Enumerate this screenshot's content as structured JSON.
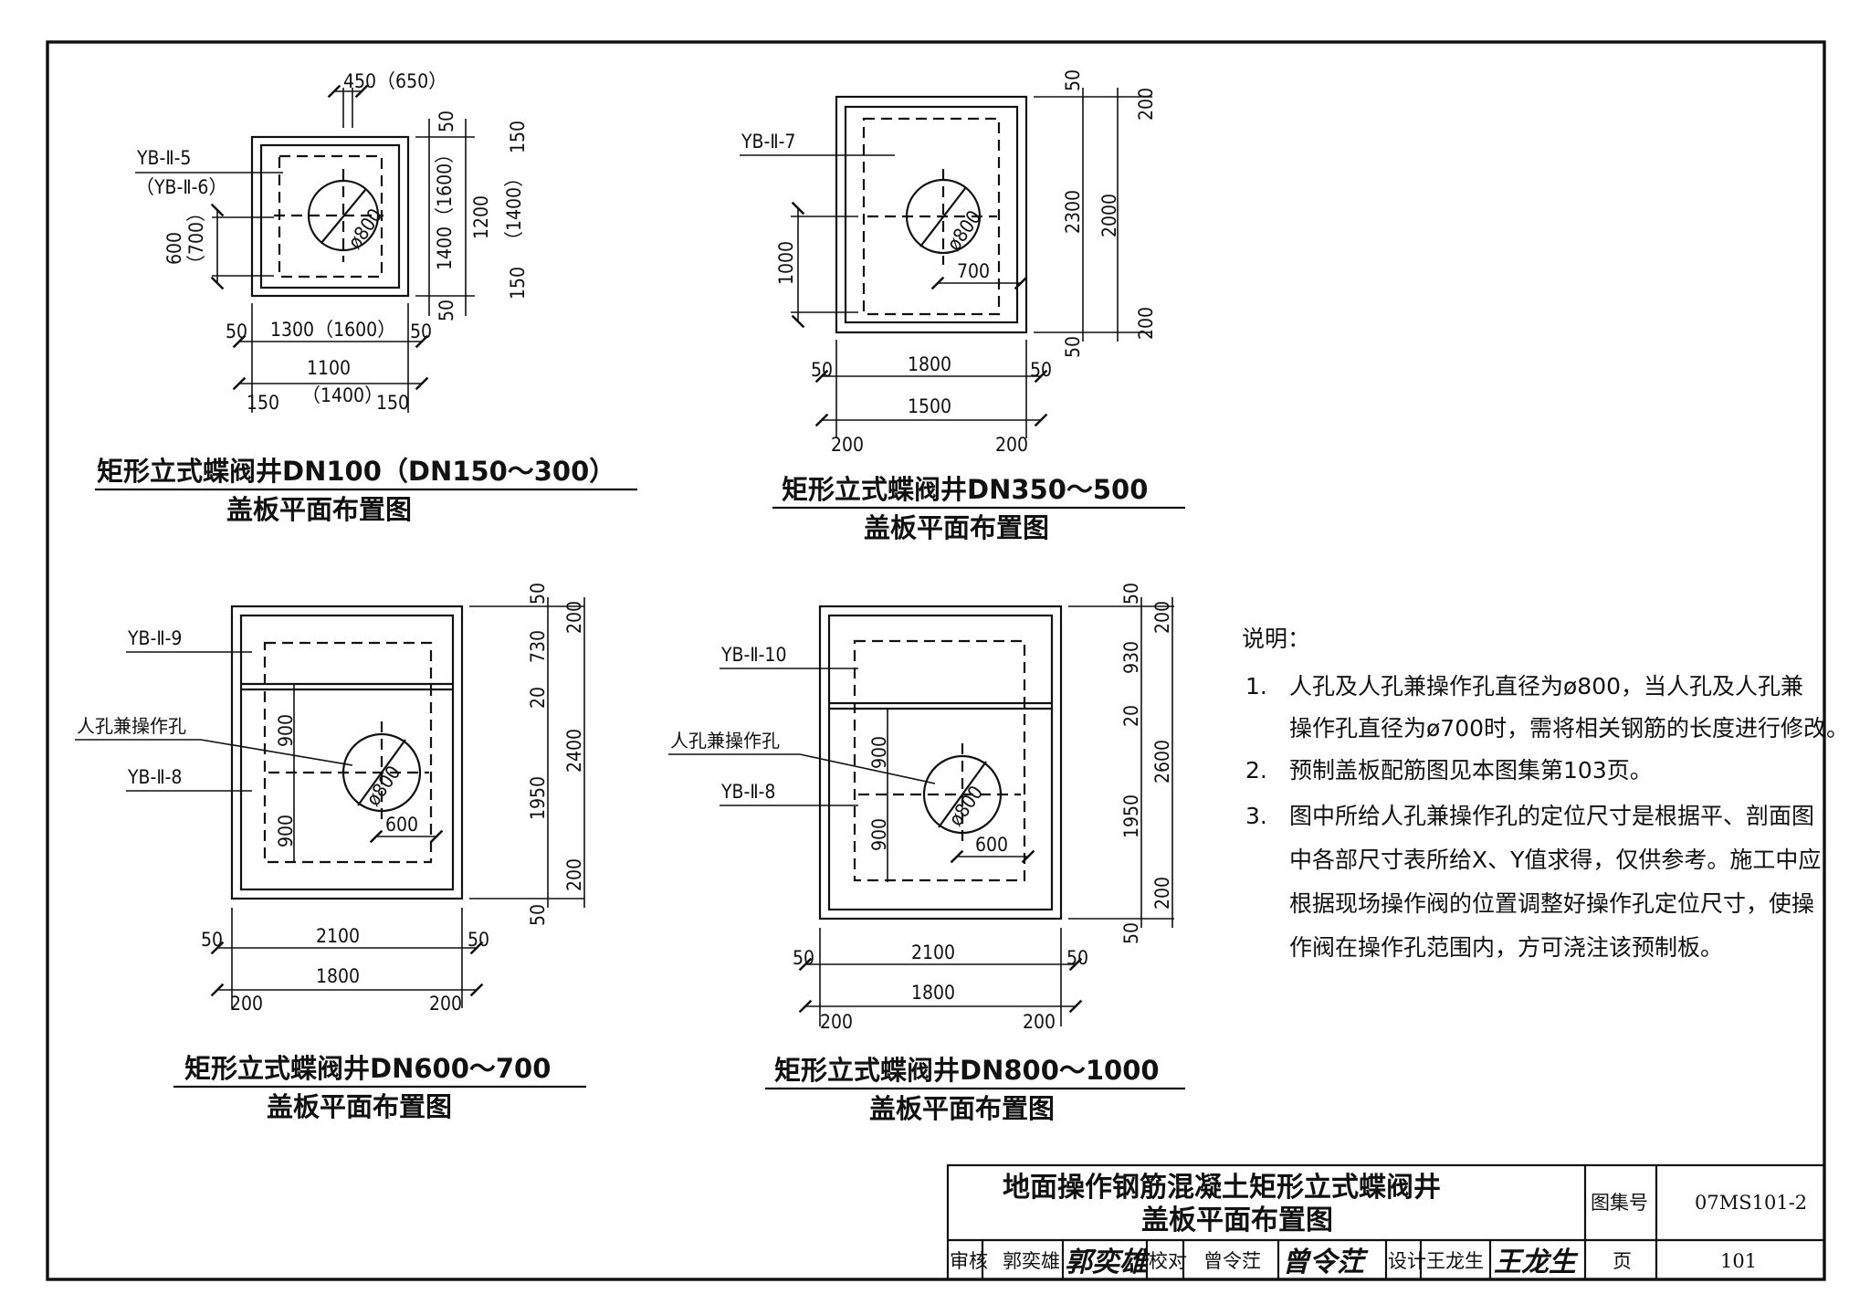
{
  "drawings": {
    "d1": {
      "label_top": "450（650）",
      "panel_1": "YB-Ⅱ-5",
      "panel_2": "（YB-Ⅱ-6）",
      "hole": "ø800",
      "left_dim_1": "600",
      "left_dim_2": "（700）",
      "right_dims": [
        "50",
        "1400（1600）",
        "50",
        "150",
        "1200",
        "（1400）",
        "150"
      ],
      "bottom_dims": [
        "50",
        "1300（1600）",
        "50",
        "1100",
        "（1400）",
        "150",
        "150"
      ],
      "caption_line1": "矩形立式蝶阀井DN100（DN150～300）",
      "caption_line2": "盖板平面布置图"
    },
    "d2": {
      "panel": "YB-Ⅱ-7",
      "hole": "ø800",
      "offset": "700",
      "left_dim": "1000",
      "right_dims": [
        "50",
        "200",
        "2300",
        "2000",
        "200",
        "50"
      ],
      "bottom_dims": [
        "50",
        "1800",
        "50",
        "1500",
        "200",
        "200"
      ],
      "caption_line1": "矩形立式蝶阀井DN350～500",
      "caption_line2": "盖板平面布置图"
    },
    "d3": {
      "panel_top": "YB-Ⅱ-9",
      "hole_label": "人孔兼操作孔",
      "panel_bottom": "YB-Ⅱ-8",
      "hole": "ø800",
      "offset": "600",
      "left_dims": [
        "900",
        "900"
      ],
      "right_dims": [
        "50",
        "200",
        "730",
        "20",
        "2400",
        "1950",
        "200",
        "50"
      ],
      "bottom_dims": [
        "50",
        "2100",
        "50",
        "1800",
        "200",
        "200"
      ],
      "caption_line1": "矩形立式蝶阀井DN600～700",
      "caption_line2": "盖板平面布置图"
    },
    "d4": {
      "panel_top": "YB-Ⅱ-10",
      "hole_label": "人孔兼操作孔",
      "panel_bottom": "YB-Ⅱ-8",
      "hole": "ø800",
      "offset": "600",
      "left_dims": [
        "900",
        "900"
      ],
      "right_dims": [
        "50",
        "200",
        "930",
        "20",
        "2600",
        "1950",
        "200",
        "50"
      ],
      "bottom_dims": [
        "50",
        "2100",
        "50",
        "1800",
        "200",
        "200"
      ],
      "caption_line1": "矩形立式蝶阀井DN800～1000",
      "caption_line2": "盖板平面布置图"
    }
  },
  "notes": {
    "heading": "说明：",
    "items": [
      {
        "num": "1.",
        "lines": [
          "人孔及人孔兼操作孔直径为ø800，当人孔及人孔兼",
          "操作孔直径为ø700时，需将相关钢筋的长度进行修改。"
        ]
      },
      {
        "num": "2.",
        "lines": [
          "预制盖板配筋图见本图集第103页。"
        ]
      },
      {
        "num": "3.",
        "lines": [
          "图中所给人孔兼操作孔的定位尺寸是根据平、剖面图",
          "中各部尺寸表所给X、Y值求得，仅供参考。施工中应",
          "根据现场操作阀的位置调整好操作孔定位尺寸，使操",
          "作阀在操作孔范围内，方可浇注该预制板。"
        ]
      }
    ]
  },
  "title_block": {
    "title_line1": "地面操作钢筋混凝土矩形立式蝶阀井",
    "title_line2": "盖板平面布置图",
    "atlas_label": "图集号",
    "atlas_no": "07MS101-2",
    "page_label": "页",
    "page_no": "101",
    "review_label": "审核",
    "reviewer": "郭奕雄",
    "reviewer_sig": "郭奕雄",
    "check_label": "校对",
    "checker": "曾令茳",
    "checker_sig": "曾令茳",
    "design_label": "设计",
    "designer": "王龙生",
    "designer_sig": "王龙生"
  }
}
